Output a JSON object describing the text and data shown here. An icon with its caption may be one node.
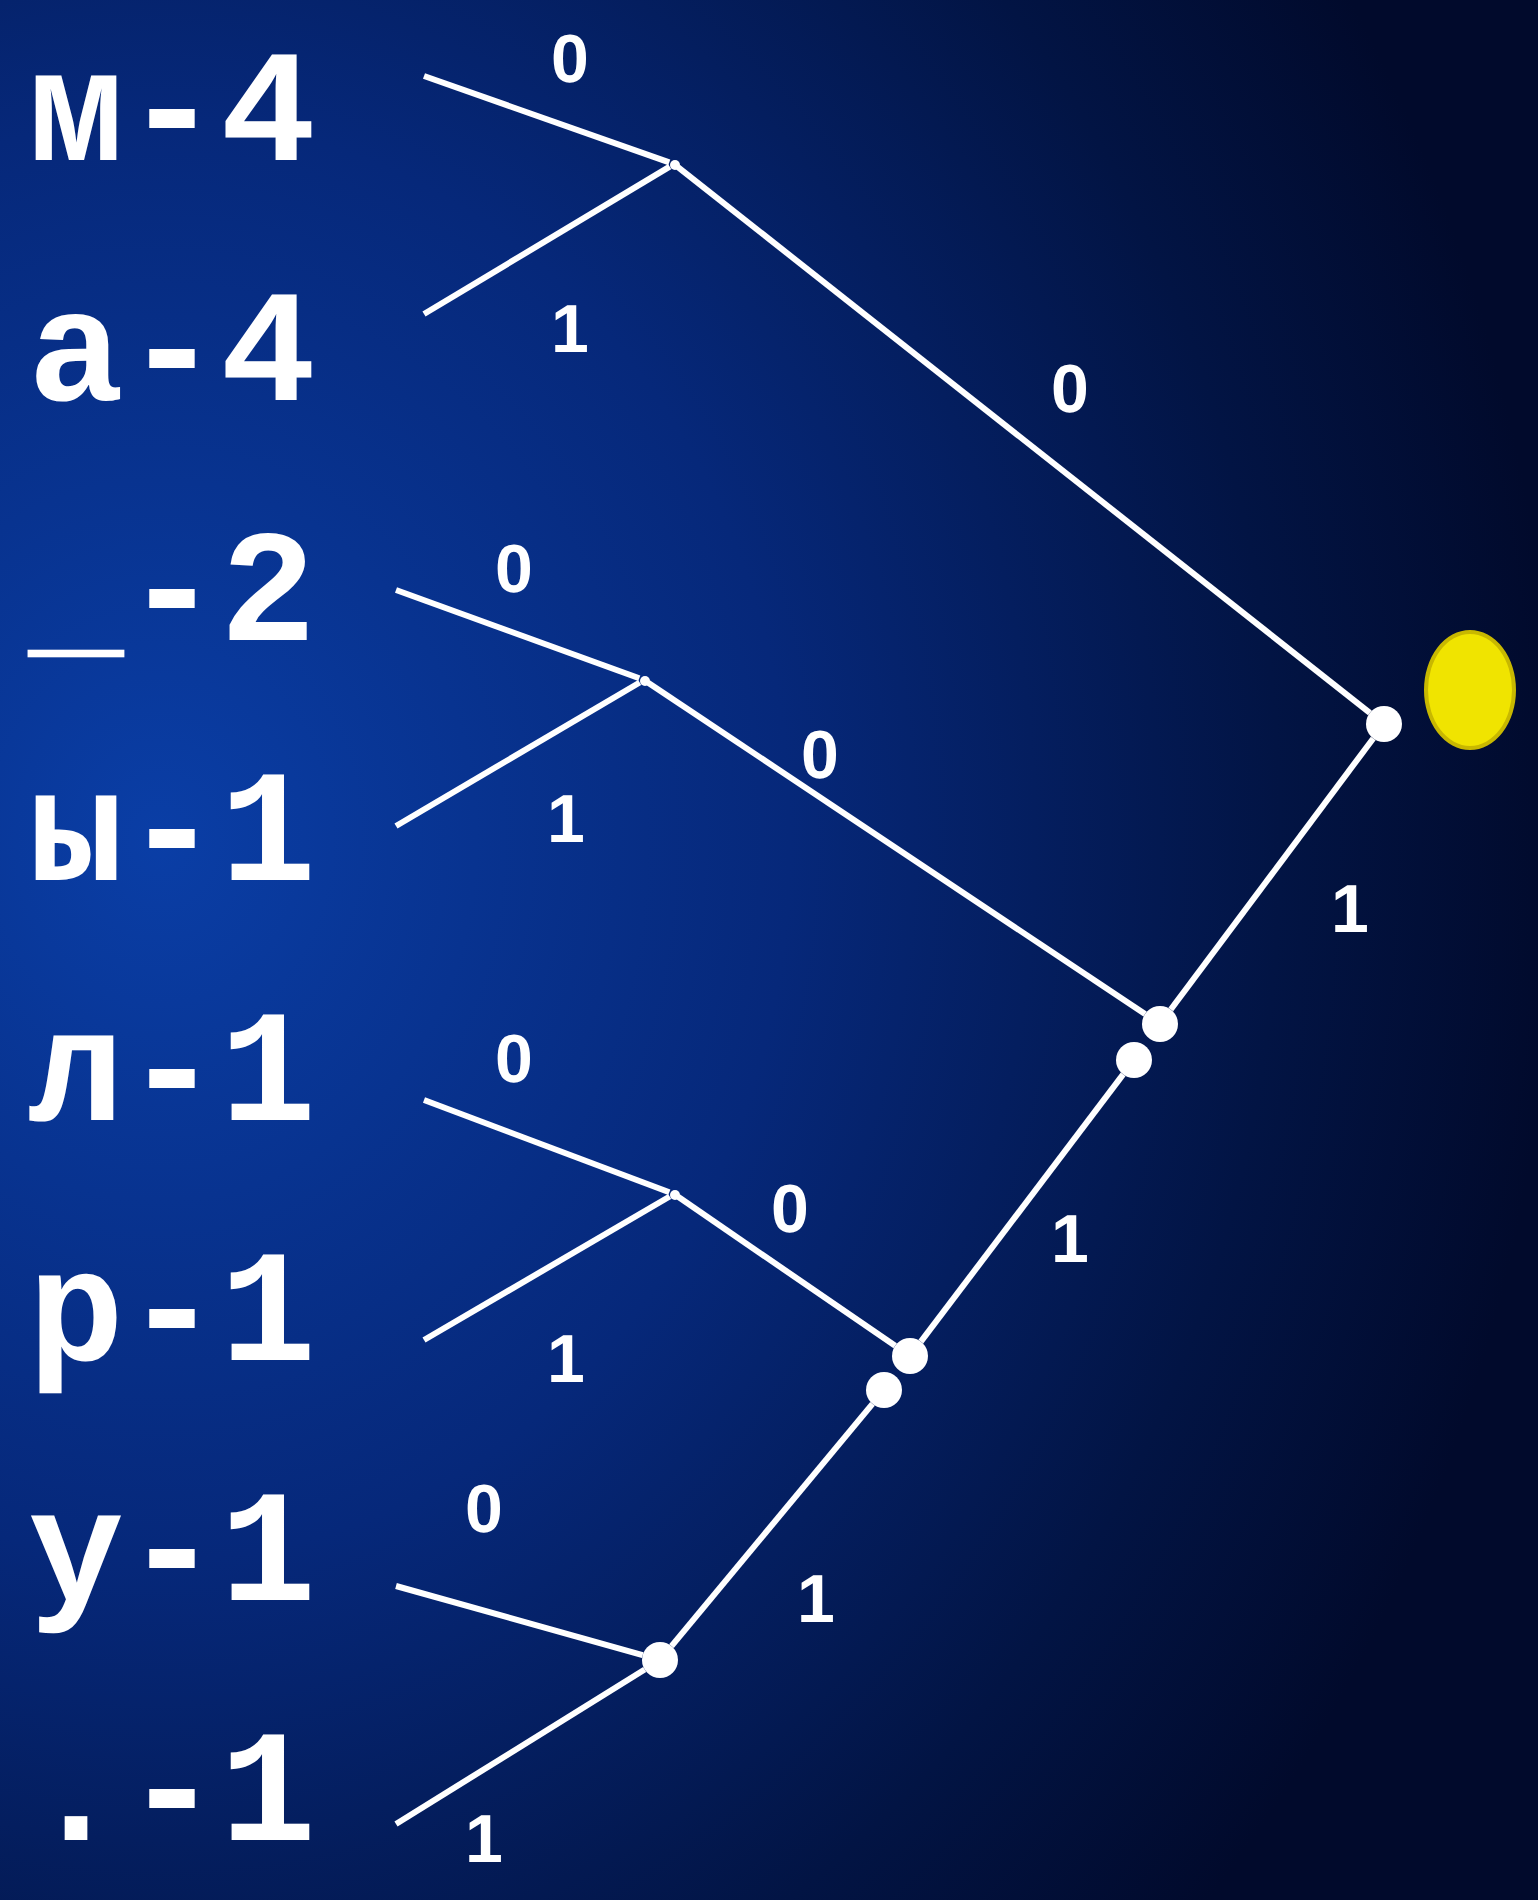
{
  "diagram": {
    "nodes": [
      {
        "text": [
          "м-4"
        ]
      },
      {
        "text": [
          "а-4"
        ]
      },
      {
        "text": [
          "_-2"
        ]
      },
      {
        "text": [
          "ы-1"
        ]
      },
      {
        "text": [
          "л-1"
        ]
      },
      {
        "text": [
          "р-1"
        ]
      },
      {
        "text": [
          "у-1"
        ]
      },
      {
        "text": [
          ".-1"
        ]
      },
      {
        "text": [],
        "shape": "point"
      },
      {
        "text": [],
        "shape": "point"
      },
      {
        "text": [],
        "shape": "point"
      },
      {
        "text": [],
        "shape": "circle"
      },
      {
        "text": [],
        "shape": "circle"
      },
      {
        "text": [],
        "shape": "circle"
      },
      {
        "text": [],
        "shape": "circle"
      },
      {
        "text": [],
        "shape": "circle"
      },
      {
        "text": [],
        "shape": "circle"
      },
      {
        "text": [],
        "shape": "ellipse"
      }
    ],
    "edges": [
      {
        "from": 0,
        "to": 8,
        "arrow": "none",
        "label": "0"
      },
      {
        "from": 1,
        "to": 8,
        "arrow": "none",
        "label": "1"
      },
      {
        "from": 8,
        "to": 16,
        "arrow": "none",
        "label": "0"
      },
      {
        "from": 2,
        "to": 9,
        "arrow": "none",
        "label": "0"
      },
      {
        "from": 3,
        "to": 9,
        "arrow": "none",
        "label": "1"
      },
      {
        "from": 9,
        "to": 14,
        "arrow": "none",
        "label": "0"
      },
      {
        "from": 4,
        "to": 10,
        "arrow": "none",
        "label": "0"
      },
      {
        "from": 5,
        "to": 10,
        "arrow": "none",
        "label": "1"
      },
      {
        "from": 10,
        "to": 12,
        "arrow": "none",
        "label": "0"
      },
      {
        "from": 6,
        "to": 11,
        "arrow": "none",
        "label": "0"
      },
      {
        "from": 7,
        "to": 11,
        "arrow": "none",
        "label": "1"
      },
      {
        "from": 11,
        "to": 13,
        "arrow": "none",
        "label": "1"
      },
      {
        "from": 12,
        "to": 15,
        "arrow": "none",
        "label": "1"
      },
      {
        "from": 14,
        "to": 16,
        "arrow": "none",
        "label": "1"
      }
    ]
  }
}
